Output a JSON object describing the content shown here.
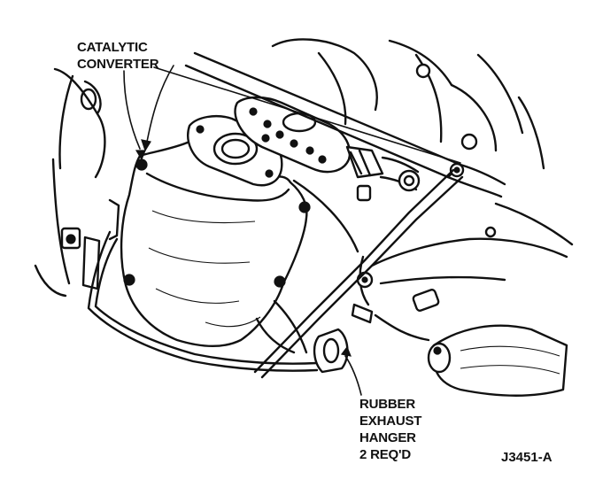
{
  "figure": {
    "callouts": {
      "catalytic_converter": [
        "CATALYTIC",
        "CONVERTER"
      ],
      "rubber_exhaust_hanger": [
        "RUBBER",
        "EXHAUST",
        "HANGER",
        "2 REQ'D"
      ]
    },
    "figure_id": "J3451-A"
  }
}
